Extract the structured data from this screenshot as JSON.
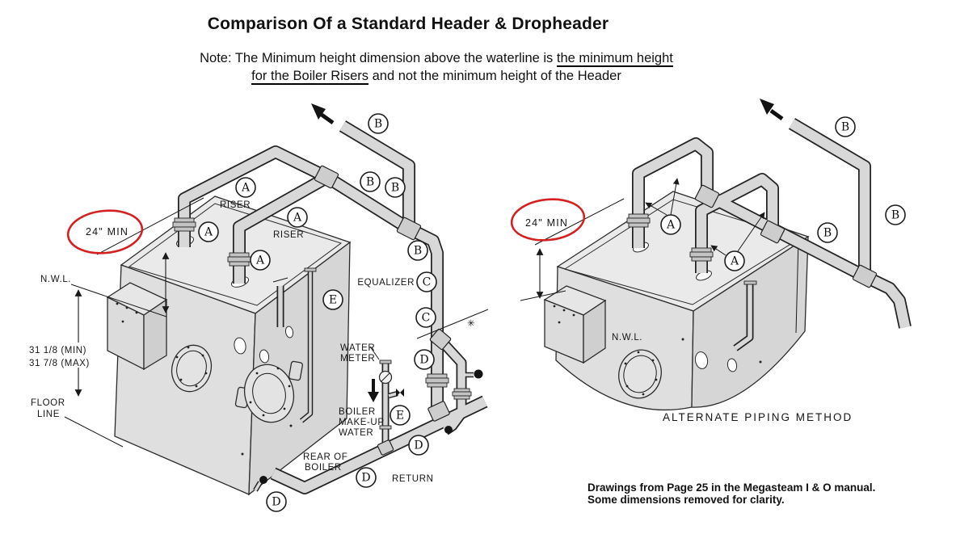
{
  "title": "Comparison Of a Standard Header & Dropheader",
  "note": {
    "lead": "Note: The Minimum height dimension above the waterline is ",
    "underline_1": "the minimum height",
    "underline_2": "for the Boiler Risers",
    "tail": " and not the minimum height of the Header"
  },
  "callout_letters": {
    "A": "A",
    "B": "B",
    "C": "C",
    "D": "D",
    "E": "E"
  },
  "left_diagram": {
    "min_height_dim": "24\"  MIN",
    "waterline_label": "N.W.L.",
    "riser_label": "RISER",
    "equalizer_label": "EQUALIZER",
    "water_meter_label_1": "WATER",
    "water_meter_label_2": "METER",
    "makeup_label_1": "BOILER",
    "makeup_label_2": "MAKE-UP",
    "makeup_label_3": "WATER",
    "rear_label_1": "REAR OF",
    "rear_label_2": "BOILER",
    "return_label": "RETURN",
    "floor_label_1": "FLOOR",
    "floor_label_2": "LINE",
    "height_min": "31 1/8 (MIN)",
    "height_max": "31 7/8 (MAX)",
    "break_symbol": "✳"
  },
  "right_diagram": {
    "min_height_dim": "24\"  MIN",
    "waterline_label": "N.W.L.",
    "caption": "ALTERNATE PIPING METHOD"
  },
  "footer": {
    "line1": "Drawings from Page 25 in the Megasteam I & O manual.",
    "line2": "Some dimensions removed for clarity."
  },
  "colors": {
    "highlight": "#d42020",
    "pipe": "#d8d8d8",
    "ink": "#1c1c1c"
  }
}
